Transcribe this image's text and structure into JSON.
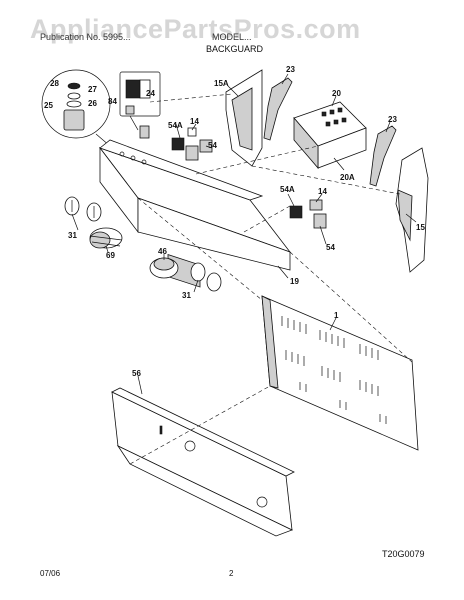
{
  "header": {
    "watermark": "AppliancePartsPros.com",
    "publication": "Publication No. 5995...",
    "model": "MODEL...",
    "section_title": "BACKGUARD"
  },
  "callouts": {
    "c1": "1",
    "c14a": "14",
    "c14b": "14",
    "c15": "15",
    "c15a": "15A",
    "c19": "19",
    "c20": "20",
    "c20a": "20A",
    "c23a": "23",
    "c23b": "23",
    "c24": "24",
    "c25": "25",
    "c26": "26",
    "c27": "27",
    "c28": "28",
    "c31a": "31",
    "c31b": "31",
    "c46": "46",
    "c54a": "54",
    "c54b": "54",
    "c54Aa": "54A",
    "c54Ab": "54A",
    "c56": "56",
    "c69": "69",
    "c84": "84"
  },
  "footer": {
    "drawing_code": "T20G0079",
    "date": "07/06",
    "page_number": "2"
  }
}
